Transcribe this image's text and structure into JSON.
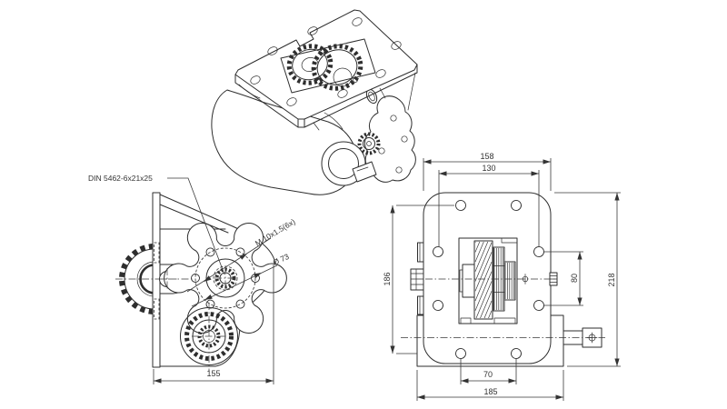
{
  "page": {
    "background": "#ffffff",
    "line_color": "#2e2e2e"
  },
  "annotations": {
    "spline_label": "DIN 5462-6x21x25",
    "thread_label": "M 10x1.5(6x)",
    "bolt_circle_diameter": "Ø 73"
  },
  "dimensions": {
    "side_view_width": "155",
    "front_top_outer_width": "158",
    "front_top_hole_spacing": "130",
    "front_left_hole_span": "186",
    "front_overall_height": "218",
    "front_right_hole_spacing": "80",
    "front_bottom_hole_spacing": "70",
    "front_overall_width": "185"
  }
}
